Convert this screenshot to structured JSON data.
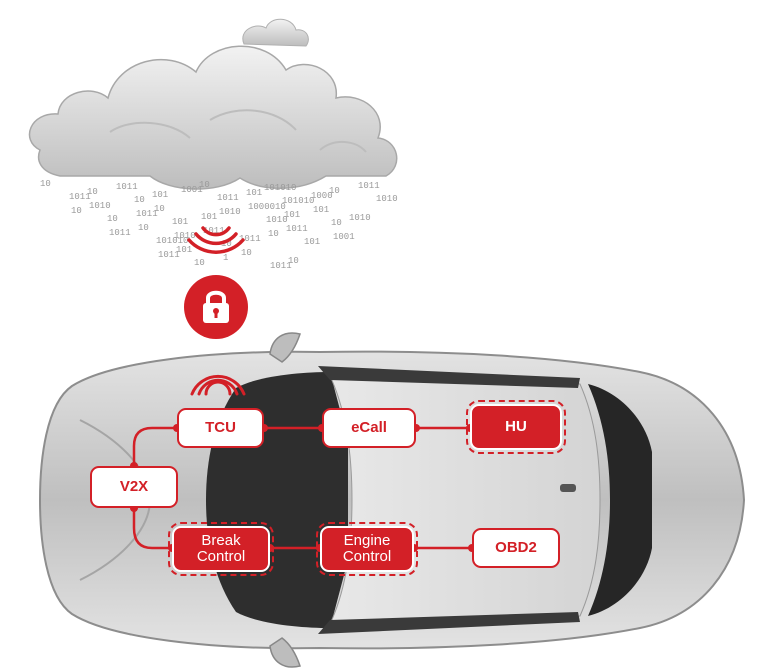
{
  "colors": {
    "accent": "#d32027",
    "cloud": "#d2d2d2",
    "car_body": "#c9c9c9",
    "binary": "#9a9a9a"
  },
  "icons": {
    "cloud": "cloud-icon",
    "lock": "lock-icon",
    "signal": "wifi-signal-icon",
    "car": "car-icon"
  },
  "binary_rain": [
    "10",
    "1011",
    "10",
    "1011",
    "10",
    "101",
    "1001",
    "10",
    "1011",
    "101",
    "101010",
    "101010",
    "1000",
    "10",
    "1011",
    "1010",
    "101",
    "10",
    "1010",
    "10",
    "1011",
    "10",
    "101",
    "101",
    "1010",
    "1000010",
    "1010",
    "101",
    "101",
    "10",
    "1010",
    "1011",
    "10",
    "101",
    "10",
    "1011",
    "10",
    "101010",
    "1010",
    "1011",
    "10",
    "1011",
    "10",
    "1011",
    "101",
    "1001",
    "10",
    "1011",
    "10",
    "1011",
    "10",
    "10",
    "101",
    "1011",
    "101",
    "10",
    "1",
    "10",
    "1011",
    "10",
    "101"
  ],
  "nodes": {
    "tcu": "TCU",
    "ecall": "eCall",
    "hu": "HU",
    "v2x": "V2X",
    "break_control": "Break\nControl",
    "engine_control": "Engine\nControl",
    "obd2": "OBD2"
  }
}
